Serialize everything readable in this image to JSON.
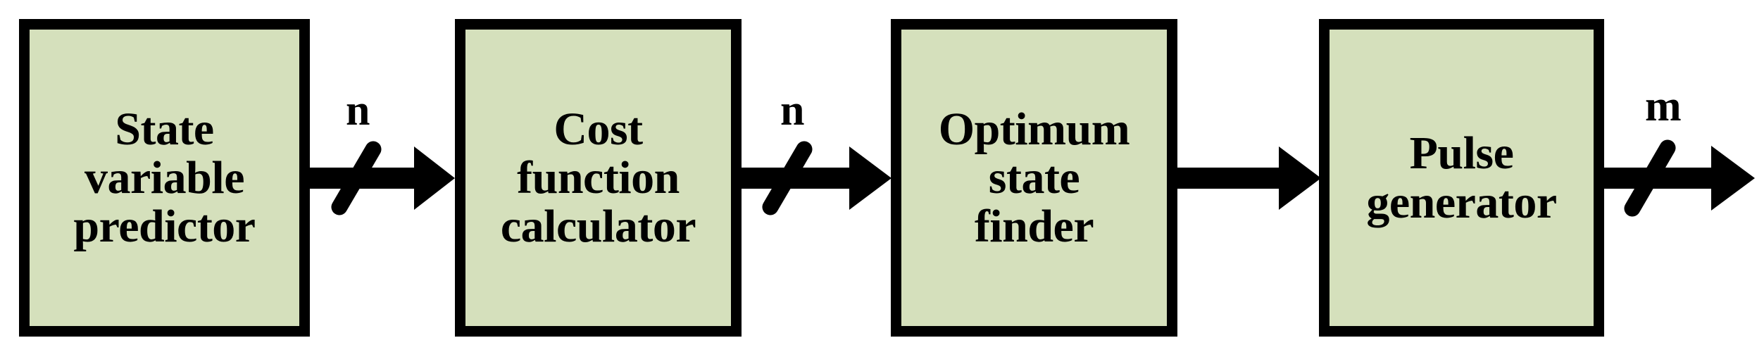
{
  "diagram": {
    "title": "Model predictive control signal flow block diagram",
    "type": "block-diagram",
    "orientation": "left-to-right",
    "background_color": "#ffffff",
    "block_fill_color": "#d5e0bc",
    "block_border_color": "#000000",
    "text_color": "#000000",
    "blocks": [
      {
        "id": "state-variable-predictor",
        "label": "State\nvariable\npredictor",
        "lines": [
          "State",
          "variable",
          "predictor"
        ]
      },
      {
        "id": "cost-function-calculator",
        "label": "Cost\nfunction\ncalculator",
        "lines": [
          "Cost",
          "function",
          "calculator"
        ]
      },
      {
        "id": "optimum-state-finder",
        "label": "Optimum\nstate\nfinder",
        "lines": [
          "Optimum",
          "state",
          "finder"
        ]
      },
      {
        "id": "pulse-generator",
        "label": "Pulse\ngenerator",
        "lines": [
          "Pulse",
          "generator"
        ]
      }
    ],
    "connectors": [
      {
        "id": "connector-1",
        "from": "state-variable-predictor",
        "to": "cost-function-calculator",
        "bus_label": "n",
        "has_bus_slash": true
      },
      {
        "id": "connector-2",
        "from": "cost-function-calculator",
        "to": "optimum-state-finder",
        "bus_label": "n",
        "has_bus_slash": true
      },
      {
        "id": "connector-3",
        "from": "optimum-state-finder",
        "to": "pulse-generator",
        "bus_label": "",
        "has_bus_slash": false
      },
      {
        "id": "connector-4",
        "from": "pulse-generator",
        "to": "output",
        "bus_label": "m",
        "has_bus_slash": true
      }
    ]
  }
}
